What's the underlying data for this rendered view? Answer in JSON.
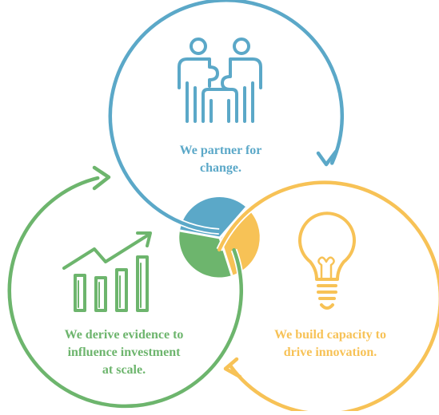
{
  "colors": {
    "blue": "#5ba8c8",
    "green": "#6db56d",
    "yellow": "#f7c256",
    "white": "#ffffff"
  },
  "cycle": [
    {
      "id": "partner",
      "color": "blue",
      "icon": "partnership-puzzle-icon",
      "lines": [
        "We partner for",
        "change."
      ]
    },
    {
      "id": "capacity",
      "color": "yellow",
      "icon": "lightbulb-icon",
      "lines": [
        "We build capacity to",
        "drive innovation."
      ]
    },
    {
      "id": "evidence",
      "color": "green",
      "icon": "growth-chart-icon",
      "lines": [
        "We derive evidence to",
        "influence investment",
        "at scale."
      ]
    }
  ]
}
